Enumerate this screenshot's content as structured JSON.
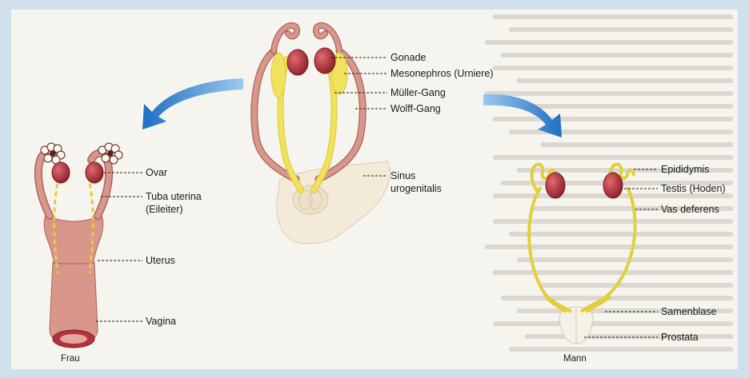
{
  "center_labels": {
    "gonade": "Gonade",
    "mesonephros": "Mesonephros (Urniere)",
    "mueller": "Müller-Gang",
    "wolff": "Wolff-Gang",
    "sinus_1": "Sinus",
    "sinus_2": "urogenitalis"
  },
  "female_labels": {
    "ovar": "Ovar",
    "tuba_1": "Tuba uterina",
    "tuba_2": "(Eileiter)",
    "uterus": "Uterus",
    "vagina": "Vagina",
    "caption": "Frau"
  },
  "male_labels": {
    "epididymis": "Epididymis",
    "testis": "Testis (Hoden)",
    "vas": "Vas deferens",
    "samenblase": "Samenblase",
    "prostata": "Prostata",
    "caption": "Mann"
  },
  "colors": {
    "duct_pink": "#d9978c",
    "duct_outline": "#a8645c",
    "mueller_yellow": "#f1e25e",
    "gonad_red": "#b5323c",
    "sinus_cream": "#f3ead8",
    "arrow_blue": "#2f7fd0",
    "frame_blue": "#cfe0ea"
  }
}
